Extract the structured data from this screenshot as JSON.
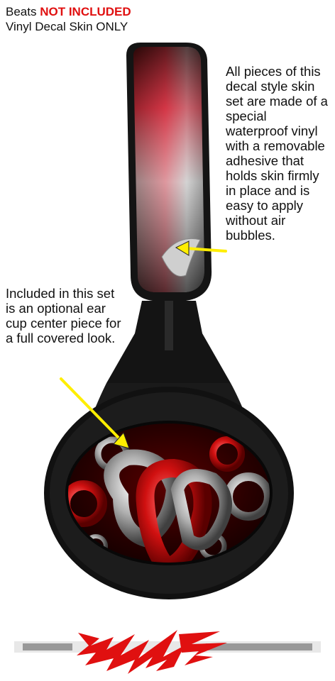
{
  "header": {
    "brand": "Beats",
    "not_included": "NOT INCLUDED",
    "line2": "Vinyl Decal Skin ONLY"
  },
  "notes": {
    "right": "All pieces of this decal style skin set are made of a special waterproof vinyl with a removable adhesive that holds skin firmly in place and is easy to apply without air bubbles.",
    "left": "Included in this set is an optional ear cup center piece for a full covered look."
  },
  "colors": {
    "accent_red": "#e01010",
    "arrow_yellow": "#ffee00",
    "frame_black": "#151515"
  },
  "logo": {
    "icon": "wraptorskinz-logo"
  }
}
